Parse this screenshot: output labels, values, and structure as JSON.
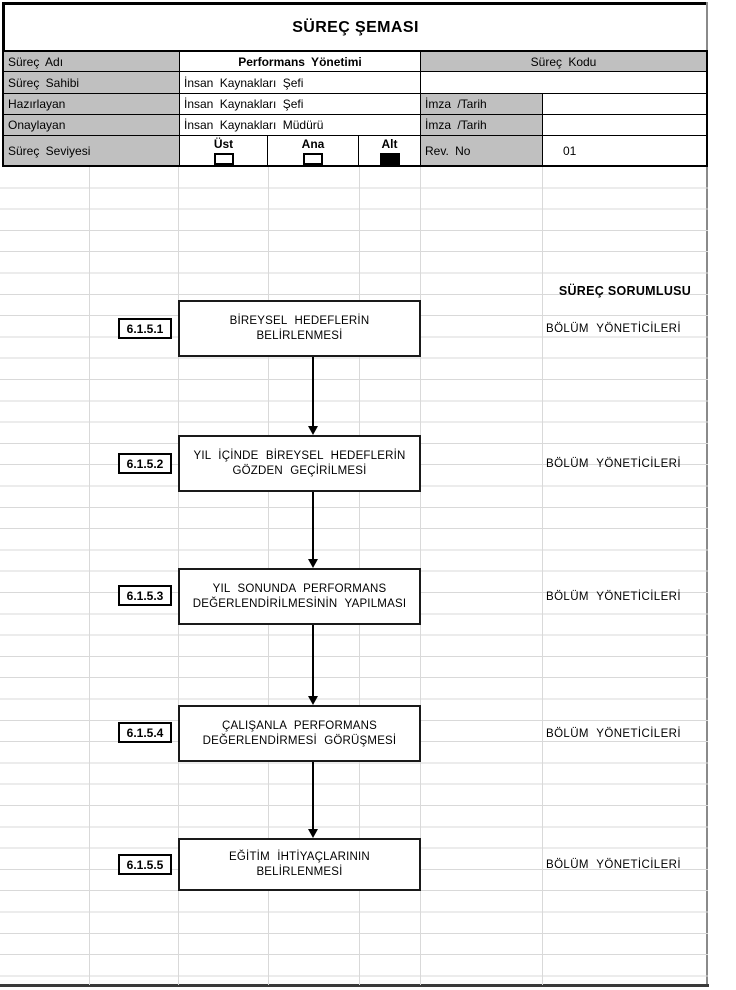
{
  "title": "SÜREÇ ŞEMASI",
  "header": {
    "rows": {
      "name": {
        "label": "Süreç Adı",
        "value": "Performans Yönetimi",
        "right_label": "Süreç Kodu",
        "right_value": ""
      },
      "owner": {
        "label": "Süreç Sahibi",
        "value": "İnsan Kaynakları Şefi",
        "right_value": ""
      },
      "prep": {
        "label": "Hazırlayan",
        "value": "İnsan Kaynakları Şefi",
        "right_label": "İmza /Tarih",
        "right_value": ""
      },
      "approve": {
        "label": "Onaylayan",
        "value": "İnsan Kaynakları Müdürü",
        "right_label": "İmza /Tarih",
        "right_value": ""
      },
      "level": {
        "label": "Süreç Seviyesi",
        "right_label": "Rev. No",
        "right_value": "01"
      }
    },
    "levels": [
      {
        "label": "Üst",
        "checked": false
      },
      {
        "label": "Ana",
        "checked": false
      },
      {
        "label": "Alt",
        "checked": true
      }
    ]
  },
  "flow": {
    "responsible_header": "SÜREÇ SORUMLUSU",
    "steps": [
      {
        "code": "6.1.5.1",
        "text": "BİREYSEL HEDEFLERİN BELİRLENMESİ",
        "responsible": "BÖLÜM YÖNETİCİLERİ"
      },
      {
        "code": "6.1.5.2",
        "text": "YIL İÇİNDE BİREYSEL HEDEFLERİN GÖZDEN GEÇİRİLMESİ",
        "responsible": "BÖLÜM YÖNETİCİLERİ"
      },
      {
        "code": "6.1.5.3",
        "text": "YIL SONUNDA PERFORMANS DEĞERLENDİRİLMESİNİN YAPILMASI",
        "responsible": "BÖLÜM YÖNETİCİLERİ"
      },
      {
        "code": "6.1.5.4",
        "text": "ÇALIŞANLA PERFORMANS DEĞERLENDİRMESİ GÖRÜŞMESİ",
        "responsible": "BÖLÜM YÖNETİCİLERİ"
      },
      {
        "code": "6.1.5.5",
        "text": "EĞİTİM İHTİYAÇLARININ BELİRLENMESİ",
        "responsible": "BÖLÜM YÖNETİCİLERİ"
      }
    ]
  },
  "colors": {
    "header_fill": "#c0c0c0",
    "grid_line": "#d9d9d9",
    "border": "#000000",
    "page_edge": "#8a8a8a"
  }
}
